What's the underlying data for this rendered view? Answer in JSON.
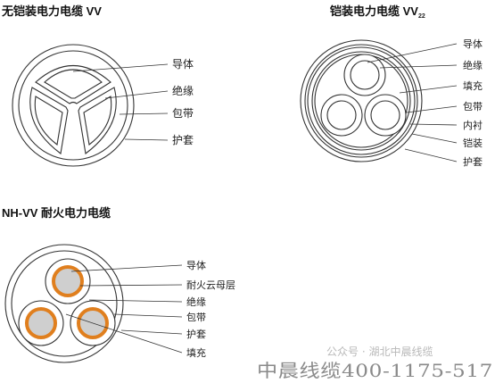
{
  "diagrams": {
    "unarmored": {
      "title": "无铠装电力电缆 VV",
      "labels": [
        "导体",
        "绝缘",
        "包带",
        "护套"
      ]
    },
    "armored": {
      "title": "铠装电力电缆 VV",
      "title_sub": "22",
      "labels": [
        "导体",
        "绝缘",
        "填充",
        "包带",
        "内衬",
        "铠装",
        "护套"
      ]
    },
    "fire_resistant": {
      "title": "NH-VV 耐火电力电缆",
      "labels": [
        "导体",
        "耐火云母层",
        "绝缘",
        "包带",
        "护套",
        "填充"
      ]
    }
  },
  "colors": {
    "mica_layer": "#e07f1e",
    "conductor_fill": "#cfcfcf",
    "line": "#333333"
  },
  "footer": {
    "brand_text": "中晨线缆400-1175-517",
    "watermark_text": "公众号 · 湖北中晨线缆"
  }
}
